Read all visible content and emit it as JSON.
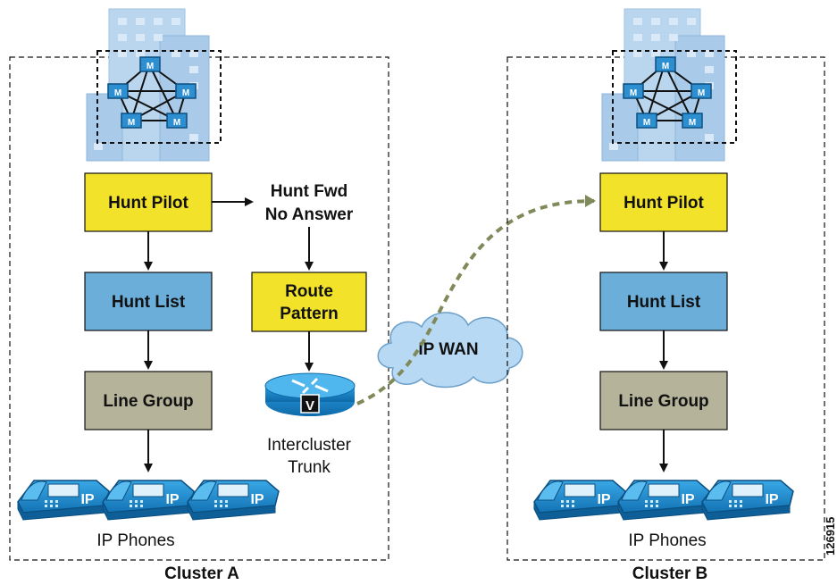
{
  "cluster_a": {
    "label": "Cluster A",
    "hunt_pilot": "Hunt Pilot",
    "hunt_list": "Hunt List",
    "line_group": "Line Group",
    "hunt_fwd_line1": "Hunt Fwd",
    "hunt_fwd_line2": "No Answer",
    "route_pattern_line1": "Route",
    "route_pattern_line2": "Pattern",
    "router_badge": "V",
    "trunk_line1": "Intercluster",
    "trunk_line2": "Trunk",
    "phones_label": "IP Phones",
    "phone_badge": "IP"
  },
  "cluster_b": {
    "label": "Cluster B",
    "hunt_pilot": "Hunt Pilot",
    "hunt_list": "Hunt List",
    "line_group": "Line Group",
    "phones_label": "IP Phones",
    "phone_badge": "IP"
  },
  "wan_label": "IP WAN",
  "server_badge": "M",
  "figure_id": "126915",
  "colors": {
    "hunt_pilot": "#f2e32a",
    "hunt_list": "#6aaed9",
    "line_group": "#b5b39a",
    "route_pattern": "#f2e32a",
    "phone_blue": "#1e8fd0",
    "building": "#b9d6ee",
    "wan_path": "#7f8a5a"
  }
}
